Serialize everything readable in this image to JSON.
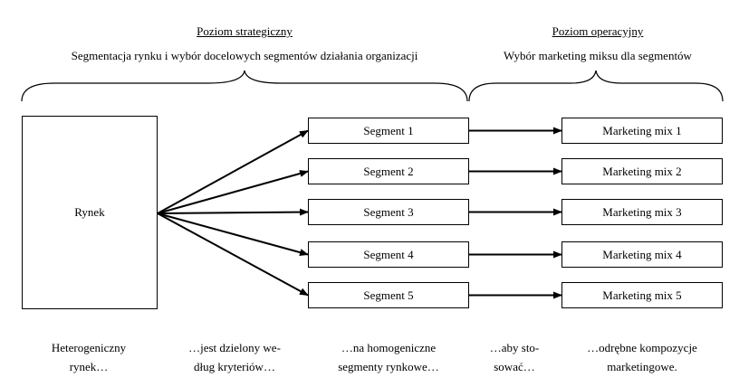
{
  "strategic": {
    "heading": "Poziom strategiczny",
    "description": "Segmentacja rynku i wybór docelowych segmentów działania organizacji"
  },
  "operational": {
    "heading": "Poziom operacyjny",
    "description": "Wybór marketing miksu dla segmentów"
  },
  "market": {
    "label": "Rynek"
  },
  "segments": [
    "Segment 1",
    "Segment 2",
    "Segment 3",
    "Segment 4",
    "Segment 5"
  ],
  "mixes": [
    "Marketing mix 1",
    "Marketing mix 2",
    "Marketing mix 3",
    "Marketing mix 4",
    "Marketing mix 5"
  ],
  "captions": [
    {
      "line1": "Heterogeniczny",
      "line2": "rynek…"
    },
    {
      "line1": "…jest dzielony we-",
      "line2": "dług kryteriów…"
    },
    {
      "line1": "…na homogeniczne",
      "line2": "segmenty rynkowe…"
    },
    {
      "line1": "…aby sto-",
      "line2": "sować…"
    },
    {
      "line1": "…odrębne kompozycje",
      "line2": "marketingowe."
    }
  ]
}
